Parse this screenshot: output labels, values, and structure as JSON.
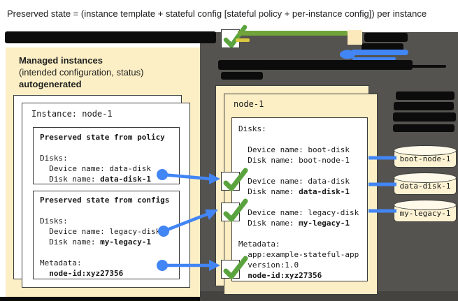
{
  "title": "Preserved state = (instance template + stateful config [stateful policy + per-instance config]) per instance",
  "colors": {
    "beige_panel": "#fcefc5",
    "dark_backdrop": "#55534f",
    "accent_green": "#5aa33e",
    "accent_blue": "#4285f4",
    "redaction_black": "#0c0c0c"
  },
  "left_panel": {
    "heading_line1": "Managed instances",
    "heading_line2": "(intended configuration, status)",
    "heading_line3": "autogenerated",
    "instance_label": "Instance: node-1",
    "policy_box": {
      "title": "Preserved state from policy",
      "lines": [
        {
          "pre": "Disks:"
        },
        {
          "pre": "  Device name: data-disk"
        },
        {
          "pre": "  Disk name: ",
          "bold": "data-disk-1"
        }
      ]
    },
    "configs_box": {
      "title": "Preserved state from configs",
      "lines": [
        {
          "pre": "Disks:"
        },
        {
          "pre": "  Device name: legacy-disk"
        },
        {
          "pre": "  Disk name: ",
          "bold": "my-legacy-1"
        },
        {
          "pre": "Metadata:"
        },
        {
          "pre": "  ",
          "bold": "node-id:xyz27356"
        }
      ]
    }
  },
  "right_panel": {
    "node_label": "node-1",
    "lines": [
      {
        "pre": "Disks:"
      },
      {
        "pre": "  Device name: boot-disk"
      },
      {
        "pre": "  Disk name: boot-node-1"
      },
      {
        "pre": "  Device name: data-disk"
      },
      {
        "pre": "  Disk name: ",
        "bold": "data-disk-1"
      },
      {
        "pre": "  Device name: legacy-disk"
      },
      {
        "pre": "  Disk name: ",
        "bold": "my-legacy-1"
      },
      {
        "pre": "Metadata:"
      },
      {
        "pre": "  app:example-stateful-app"
      },
      {
        "pre": "  version:1.0"
      },
      {
        "pre": "  ",
        "bold": "node-id:xyz27356"
      }
    ]
  },
  "disks": [
    {
      "label": "boot-node-1"
    },
    {
      "label": "data-disk-1"
    },
    {
      "label": "my-legacy-1"
    }
  ]
}
